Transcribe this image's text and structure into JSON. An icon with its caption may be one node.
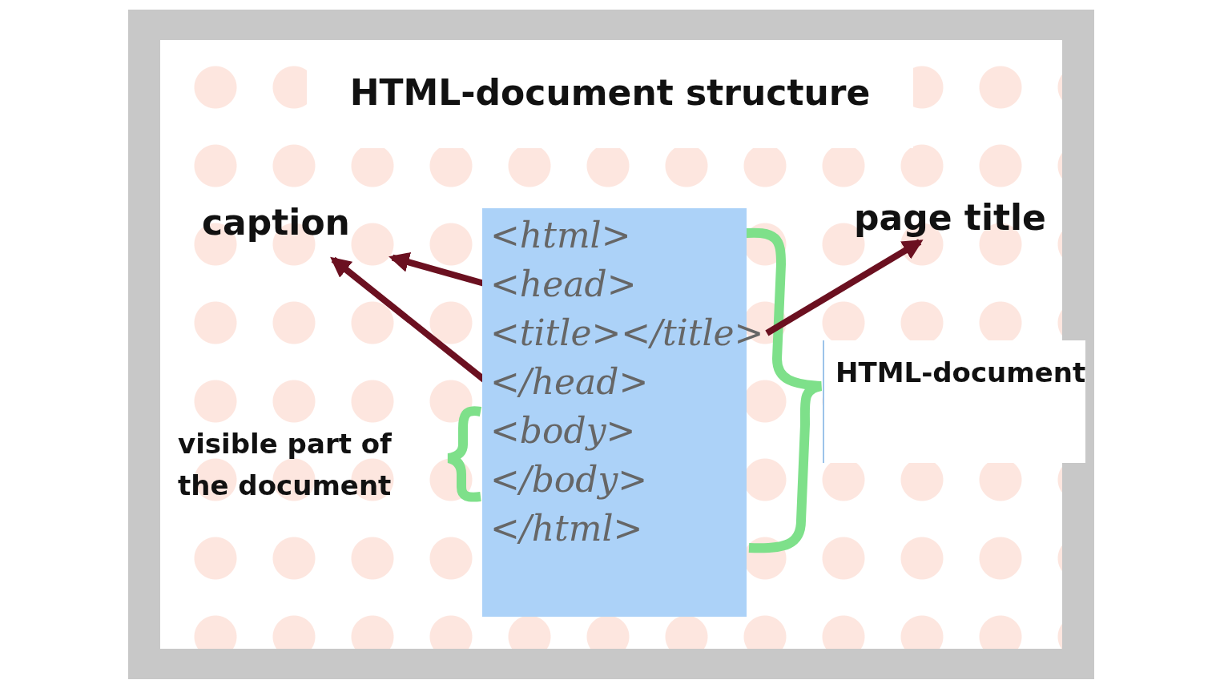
{
  "diagram": {
    "title": "HTML-document structure",
    "nodes": [
      {
        "text": [],
        "shape": "box"
      },
      {
        "text": [
          "<html>"
        ],
        "in": 0
      },
      {
        "text": [
          "<head>"
        ],
        "in": 0
      },
      {
        "text": [
          "<title></title>"
        ],
        "in": 0
      },
      {
        "text": [
          "</head>"
        ],
        "in": 0
      },
      {
        "text": [
          "<body>"
        ],
        "in": 0
      },
      {
        "text": [
          "</body>"
        ],
        "in": 0
      },
      {
        "text": [
          "</html>"
        ],
        "in": 0
      },
      {
        "text": [
          "caption"
        ]
      },
      {
        "text": [
          "page title"
        ]
      },
      {
        "text": [
          "HTML-document"
        ]
      },
      {
        "text": [
          "visible part of the document"
        ]
      }
    ],
    "edges": [
      {
        "from": 2,
        "to": 8,
        "arrow": "to"
      },
      {
        "from": 4,
        "to": 8,
        "arrow": "to"
      },
      {
        "from": 3,
        "to": 9,
        "arrow": "to"
      }
    ]
  }
}
